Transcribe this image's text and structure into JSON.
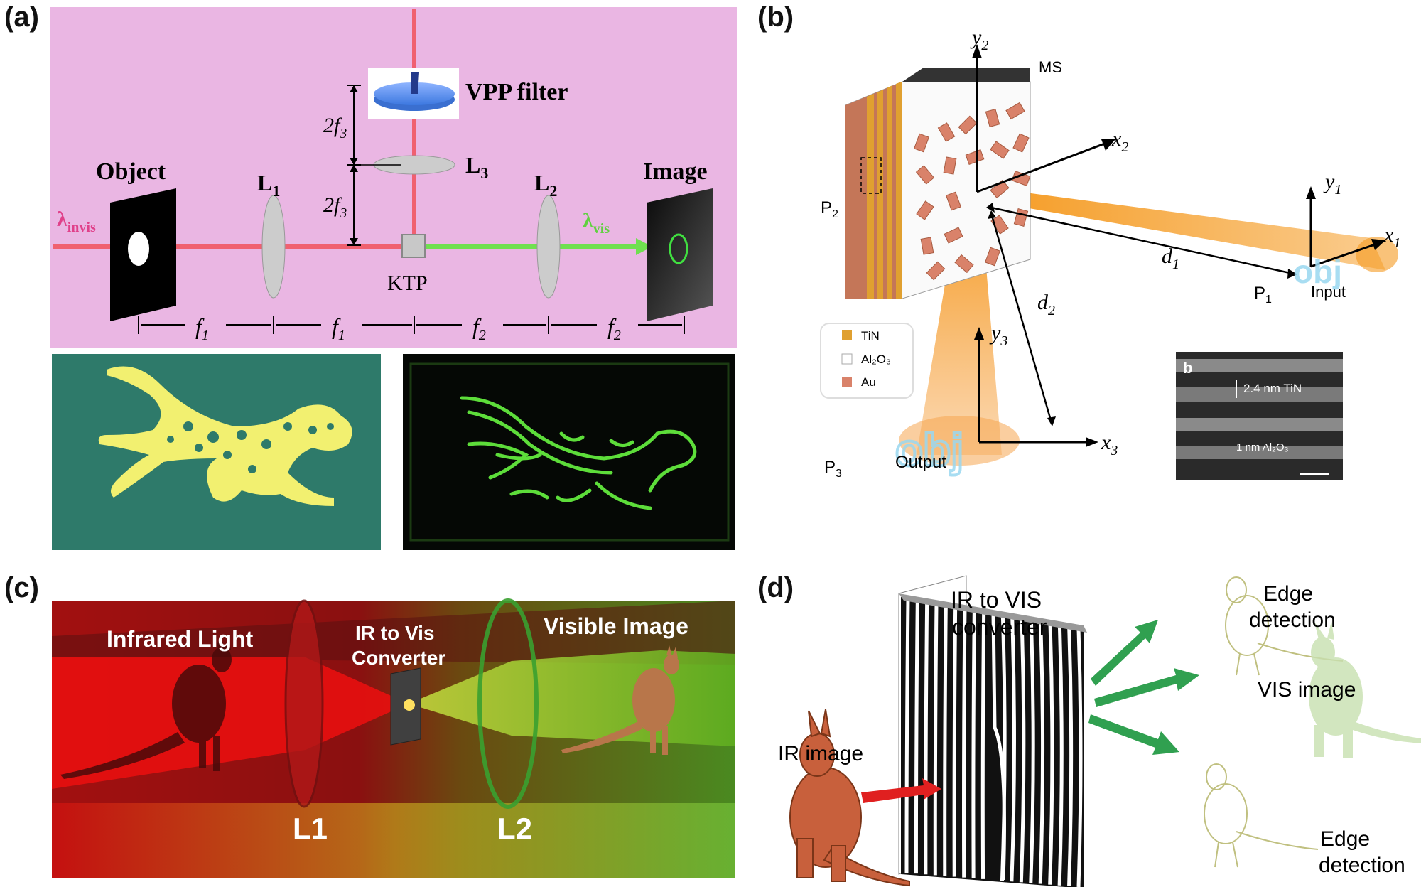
{
  "panels": {
    "a": {
      "label": "(a)",
      "object": "Object",
      "image": "Image",
      "lens1": "L",
      "lens1_sub": "1",
      "lens2": "L",
      "lens2_sub": "2",
      "lens3": "L",
      "lens3_sub": "3",
      "vpp": "VPP filter",
      "ktp": "KTP",
      "lambda_in": "λ",
      "lambda_in_sub": "invis",
      "lambda_out": "λ",
      "lambda_out_sub": "vis",
      "f_top_1": "2f",
      "f_top_1_sub": "3",
      "f_top_2": "2f",
      "f_top_2_sub": "3",
      "f_a": "f",
      "f_a_sub": "1",
      "f_b": "f",
      "f_b_sub": "1",
      "f_c": "f",
      "f_c_sub": "2",
      "f_d": "f",
      "f_d_sub": "2"
    },
    "b": {
      "label": "(b)",
      "ms": "MS",
      "y2": "y",
      "y2_sub": "2",
      "x2": "x",
      "x2_sub": "2",
      "y1": "y",
      "y1_sub": "1",
      "x1": "x",
      "x1_sub": "1",
      "y3": "y",
      "y3_sub": "3",
      "x3": "x",
      "x3_sub": "3",
      "d1": "d",
      "d1_sub": "1",
      "d2": "d",
      "d2_sub": "2",
      "p1": "P",
      "p1_sub": "1",
      "p2": "P",
      "p2_sub": "2",
      "p3": "P",
      "p3_sub": "3",
      "input": "Input",
      "output": "Output",
      "obj": "obj",
      "legend": [
        {
          "label": "TiN",
          "color": "#e0a030"
        },
        {
          "label": "Al₂O₃",
          "color": "#ffffff"
        },
        {
          "label": "Au",
          "color": "#d9826a"
        }
      ],
      "inset_letter": "b",
      "inset_tin": "2.4 nm TiN",
      "inset_al": "1 nm Al₂O₃"
    },
    "c": {
      "label": "(c)",
      "infrared": "Infrared Light",
      "converter_1": "IR to Vis",
      "converter_2": "Converter",
      "visible": "Visible Image",
      "l1": "L1",
      "l2": "L2"
    },
    "d": {
      "label": "(d)",
      "converter_1": "IR to VIS",
      "converter_2": "converter",
      "ir_image": "IR image",
      "edge_top_1": "Edge",
      "edge_top_2": "detection",
      "vis_image": "VIS image",
      "edge_bottom_1": "Edge",
      "edge_bottom_2": "detection"
    }
  },
  "colors": {
    "panel_a_bg": "#eab6e3",
    "beam_red": "#f06070",
    "beam_green": "#70e050",
    "teal": "#2e7a6a",
    "yellow": "#f2f070",
    "orange_beam": "#f59a20",
    "kangaroo": "#c8603c"
  }
}
